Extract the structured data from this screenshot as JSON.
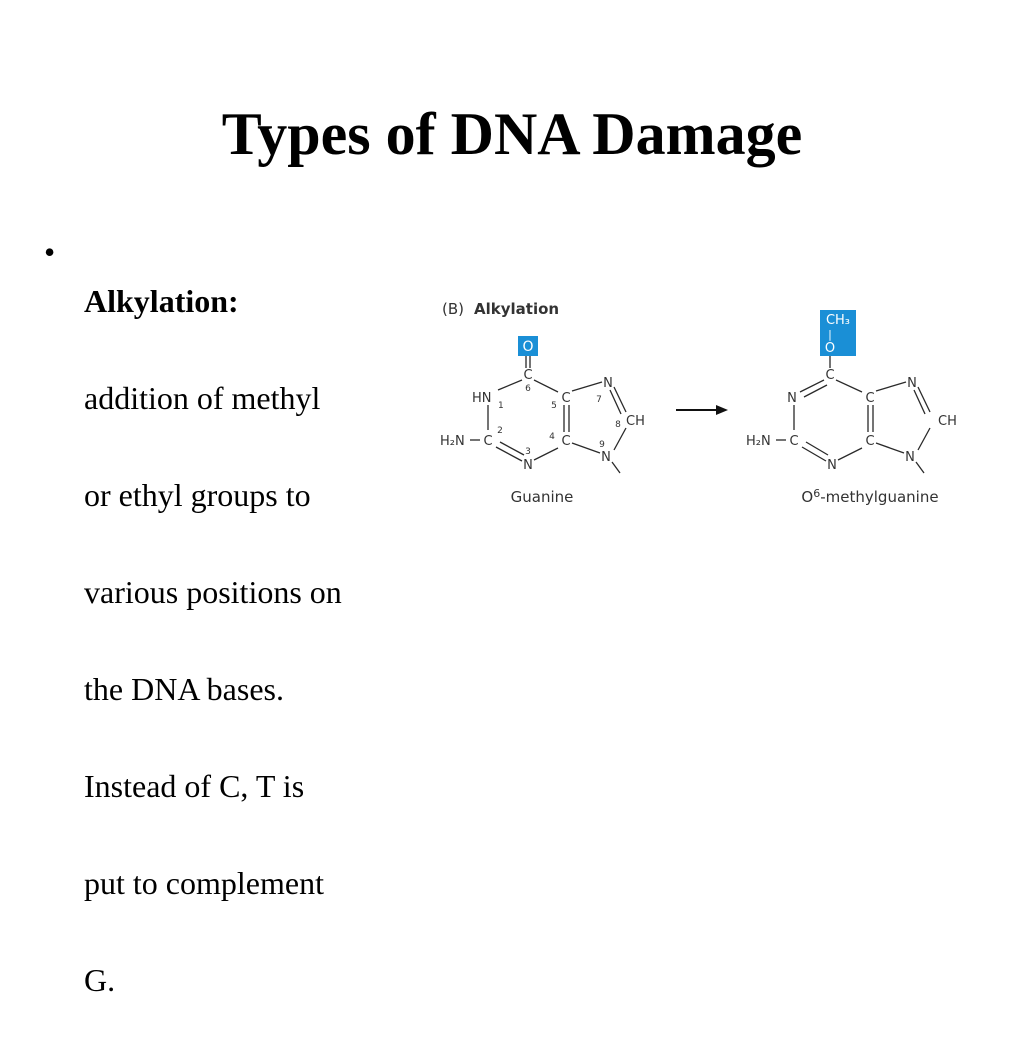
{
  "slide": {
    "title": "Types of DNA Damage",
    "bullet": {
      "marker": "•",
      "term": "Alkylation:",
      "lines": [
        "addition of methyl",
        "or ethyl groups to",
        "various positions on",
        "the DNA bases.",
        "Instead of C,  T is",
        "put to complement",
        "G."
      ]
    }
  },
  "figure": {
    "panel_label": "(B)",
    "panel_title": "Alkylation",
    "highlight_color": "#1a8fd6",
    "bond_color": "#2a2a2a",
    "guanine": {
      "name": "Guanine",
      "carbonyl_o": "O",
      "c6": "C",
      "num6": "6",
      "hn1": "HN",
      "num1": "1",
      "c5": "C",
      "num5": "5",
      "n7": "N",
      "num7": "7",
      "num8": "8",
      "ch8": "CH",
      "c2": "C",
      "num2": "2",
      "h2n": "H₂N",
      "c4": "C",
      "num4": "4",
      "n3": "N",
      "num3": "3",
      "n9": "N",
      "num9": "9"
    },
    "methylguanine": {
      "name_base": "O",
      "name_sup": "6",
      "name_rest": "-methylguanine",
      "ch3": "CH₃",
      "bond": "|",
      "o": "O",
      "c6": "C",
      "n1": "N",
      "c5": "C",
      "n7": "N",
      "ch8": "CH",
      "c2": "C",
      "h2n": "H₂N",
      "c4": "C",
      "n3": "N",
      "n9": "N"
    }
  }
}
